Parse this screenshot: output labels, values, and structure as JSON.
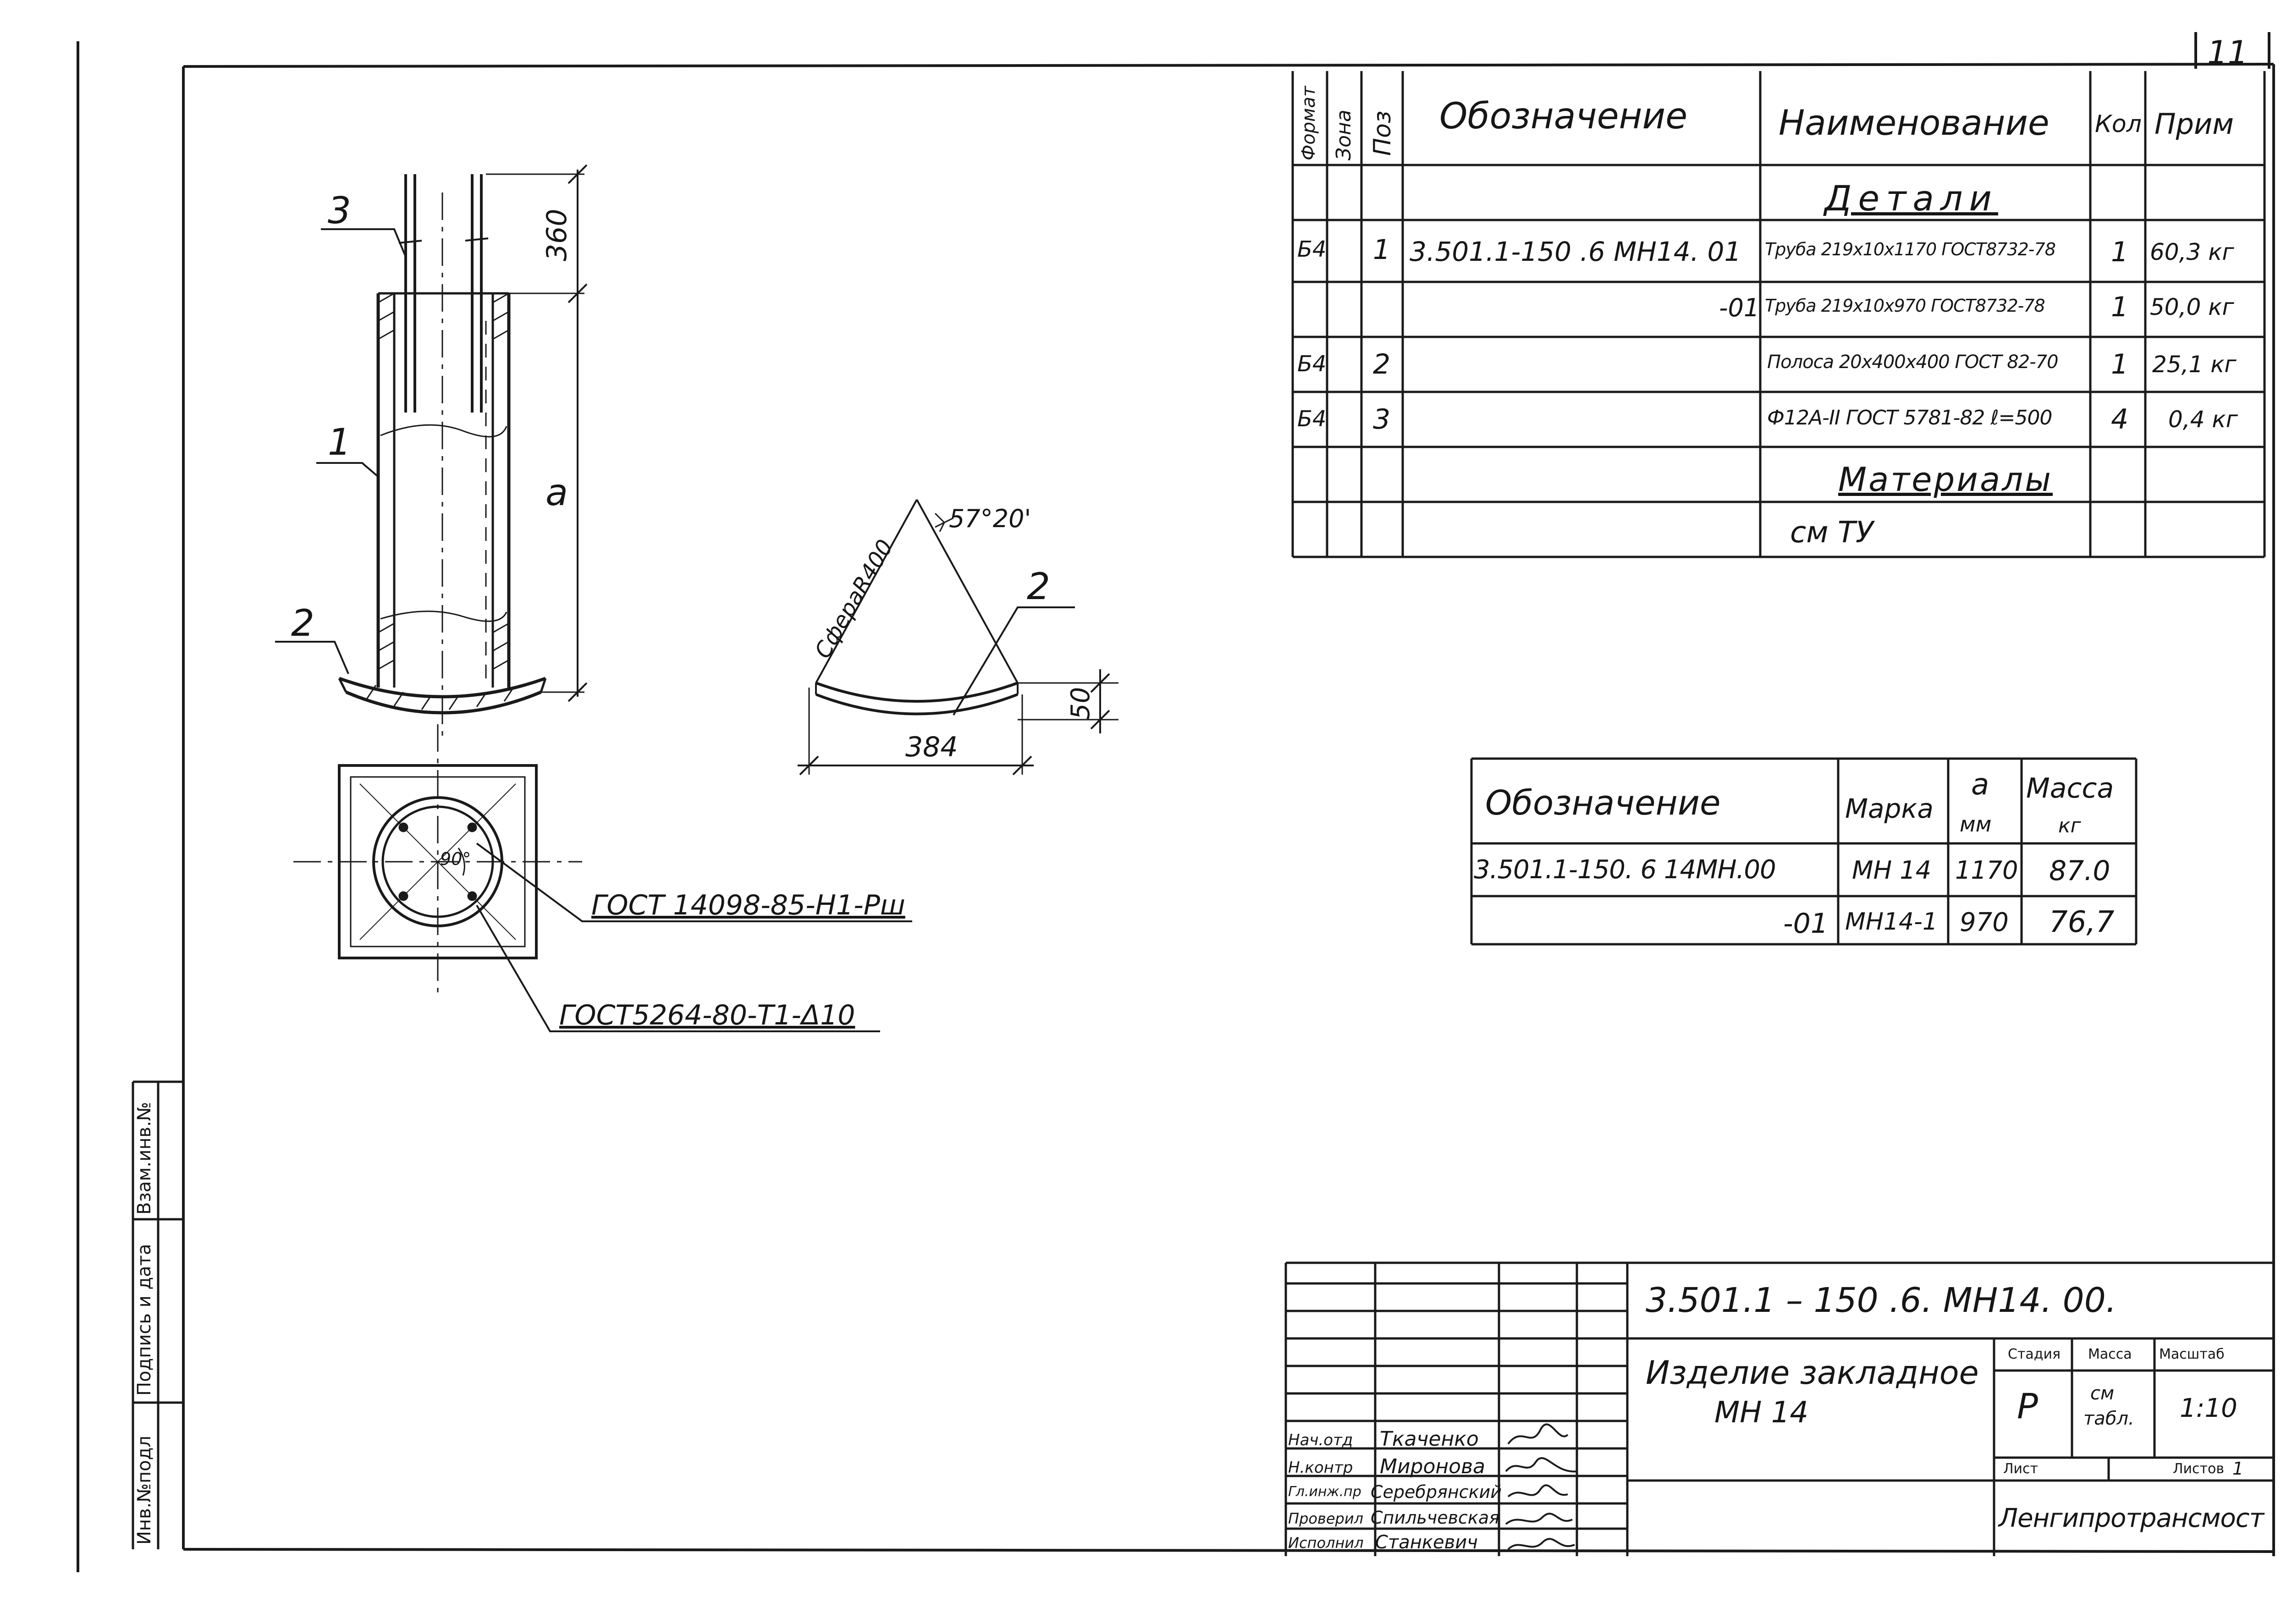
{
  "page_number": "11",
  "spec_table": {
    "headers": {
      "format": "Формат",
      "zone": "Зона",
      "pos": "Поз",
      "designation": "Обозначение",
      "name": "Наименование",
      "qty": "Кол",
      "note": "Прим"
    },
    "section_details": "Детали",
    "rows": [
      {
        "format": "Б4",
        "pos": "1",
        "designation": "3.501.1-150 .6 МН14. 01",
        "name": "Труба 219х10х1170 ГОСТ8732-78",
        "qty": "1",
        "note": "60,3 кг"
      },
      {
        "format": "",
        "pos": "",
        "designation": "-01",
        "name": "Труба 219х10х970 ГОСТ8732-78",
        "qty": "1",
        "note": "50,0 кг"
      },
      {
        "format": "Б4",
        "pos": "2",
        "designation": "",
        "name": "Полоса 20х400х400 ГОСТ 82-70",
        "qty": "1",
        "note": "25,1 кг"
      },
      {
        "format": "Б4",
        "pos": "3",
        "designation": "",
        "name": "Ф12А-II ГОСТ 5781-82 ℓ=500",
        "qty": "4",
        "note": "0,4 кг"
      }
    ],
    "section_materials": "Материалы",
    "materials_ref": "см ТУ"
  },
  "mass_table": {
    "headers": {
      "designation": "Обозначение",
      "mark": "Марка",
      "a": "а",
      "a_unit": "мм",
      "mass": "Масса",
      "mass_unit": "кг"
    },
    "rows": [
      {
        "designation": "3.501.1-150. 6 14МН.00",
        "mark": "МН 14",
        "a": "1170",
        "mass": "87.0"
      },
      {
        "designation": "-01",
        "mark": "МН14-1",
        "a": "970",
        "mass": "76,7"
      }
    ]
  },
  "drawing": {
    "label_rebar": "3",
    "label_tube": "1",
    "label_plate": "2",
    "label_plate_detail": "2",
    "dim_360": "360",
    "dim_a": "а",
    "dim_384": "384",
    "dim_50": "50",
    "dim_sphere": "СфераR400",
    "dim_angle": "57°20'",
    "dim_90": "90°",
    "weld_1": "ГОСТ 14098-85-Н1-Рш",
    "weld_2": "ГОСТ5264-80-Т1-Δ10"
  },
  "side_stamp": {
    "inv_podl": "Инв.№подл",
    "podpis_data": "Подпись и дата",
    "vzam_inv": "Взам.инв.№"
  },
  "title_block": {
    "doc_code": "3.501.1 – 150 .6. МН14. 00.",
    "item_name_line1": "Изделие закладное",
    "item_name_line2": "МН 14",
    "stage_label": "Стадия",
    "stage_value": "Р",
    "mass_label": "Масса",
    "mass_value_line1": "см",
    "mass_value_line2": "табл.",
    "scale_label": "Масштаб",
    "scale_value": "1:10",
    "sheet_label": "Лист",
    "sheets_label": "Листов",
    "sheets_value": "1",
    "organization": "Ленгипротрансмост",
    "people": [
      {
        "role": "Нач.отд",
        "name": "Ткаченко"
      },
      {
        "role": "Н.контр",
        "name": "Миронова"
      },
      {
        "role": "Гл.инж.пр",
        "name": "Серебрянский"
      },
      {
        "role": "Проверил",
        "name": "Спильчевская"
      },
      {
        "role": "Исполнил",
        "name": "Станкевич"
      }
    ]
  }
}
